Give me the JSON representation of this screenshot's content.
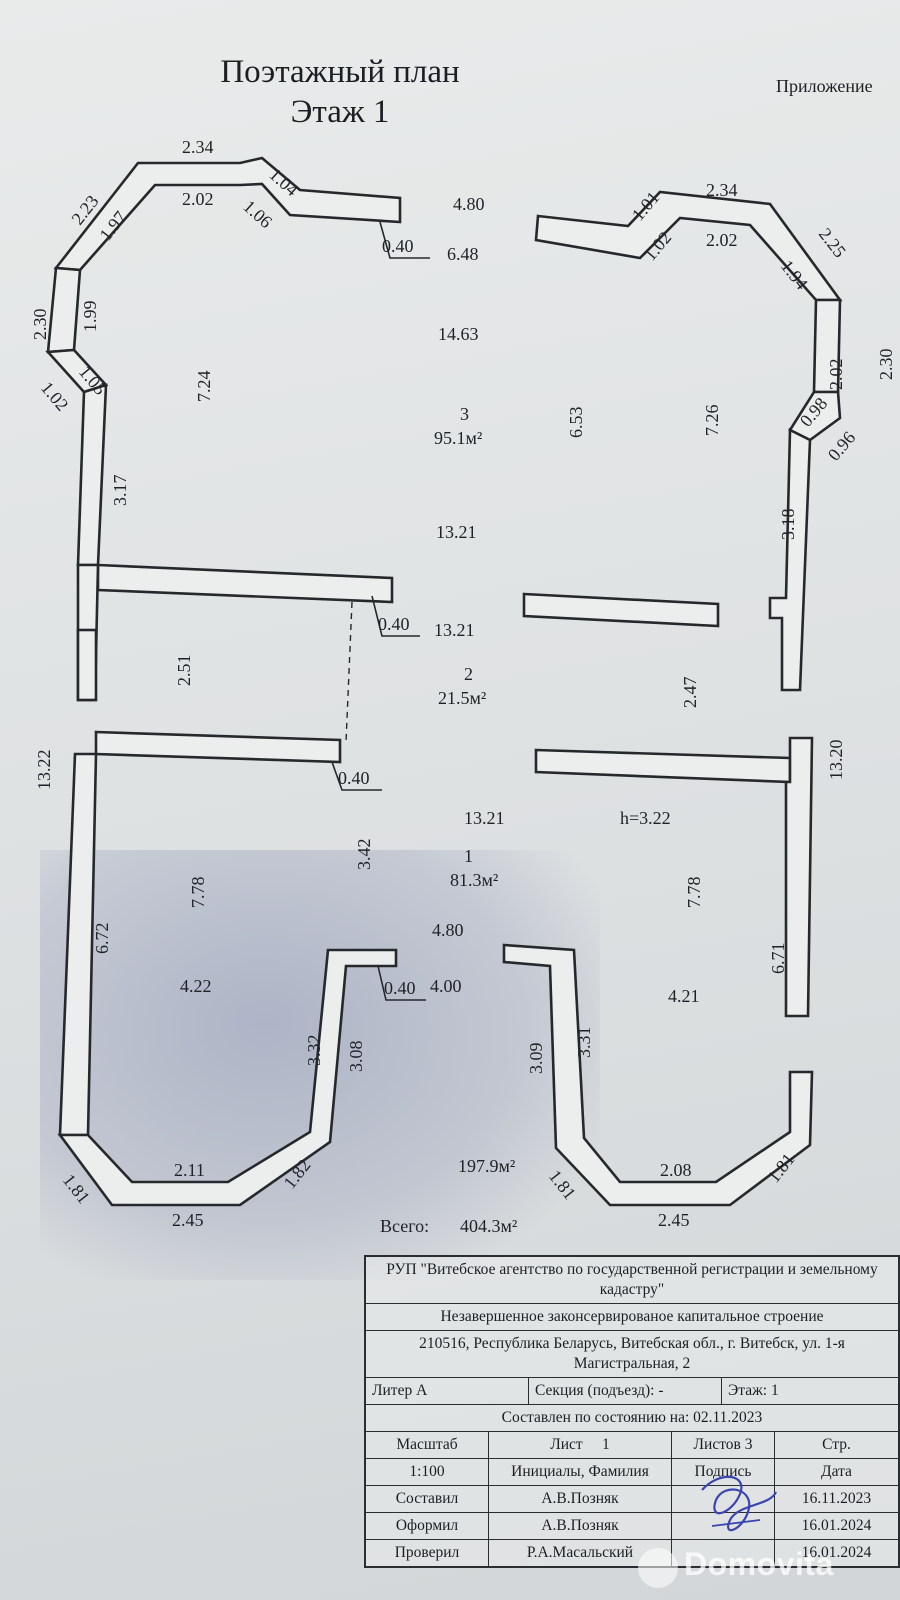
{
  "header": {
    "title_line1": "Поэтажный план",
    "title_line2": "Этаж 1",
    "annex": "Приложение"
  },
  "plan": {
    "rooms": [
      {
        "number": "3",
        "area": "95.1м²"
      },
      {
        "number": "2",
        "area": "21.5м²"
      },
      {
        "number": "1",
        "area": "81.3м²"
      }
    ],
    "height_label": "h=3.22",
    "floor_area": "197.9м²",
    "total_label": "Всего:",
    "total_area": "404.3м²",
    "dimensions": {
      "d_top_l_outer": "2.34",
      "d_top_l_inner": "2.02",
      "d_1_04": "1.04",
      "d_1_06": "1.06",
      "d_2_23": "2.23",
      "d_1_97": "1.97",
      "d_2_30_l": "2.30",
      "d_1_99": "1.99",
      "d_1_02_l": "1.02",
      "d_1_05": "1.05",
      "d_7_24": "7.24",
      "d_3_17": "3.17",
      "d_0_40_a": "0.40",
      "d_4_80_top": "4.80",
      "d_6_48": "6.48",
      "d_14_63": "14.63",
      "d_6_53": "6.53",
      "d_13_21_a": "13.21",
      "d_1_01": "1.01",
      "d_1_02_r": "1.02",
      "d_top_r_outer": "2.34",
      "d_top_r_inner": "2.02",
      "d_2_25": "2.25",
      "d_1_94": "1.94",
      "d_2_02_r": "2.02",
      "d_2_30_r": "2.30",
      "d_0_98": "0.98",
      "d_0_96": "0.96",
      "d_7_26": "7.26",
      "d_3_18": "3.18",
      "d_0_40_b": "0.40",
      "d_13_21_b": "13.21",
      "d_2_51": "2.51",
      "d_2_47": "2.47",
      "d_0_40_c": "0.40",
      "d_13_22": "13.22",
      "d_13_20": "13.20",
      "d_13_21_c": "13.21",
      "d_3_42": "3.42",
      "d_7_78_l": "7.78",
      "d_7_78_r": "7.78",
      "d_6_72": "6.72",
      "d_6_71": "6.71",
      "d_4_80_mid": "4.80",
      "d_0_40_d": "0.40",
      "d_4_00": "4.00",
      "d_4_22": "4.22",
      "d_4_21": "4.21",
      "d_3_32": "3.32",
      "d_3_08": "3.08",
      "d_3_09": "3.09",
      "d_3_31": "3.31",
      "d_1_81_a": "1.81",
      "d_2_11": "2.11",
      "d_1_82": "1.82",
      "d_2_45_l": "2.45",
      "d_1_81_b": "1.81",
      "d_2_08": "2.08",
      "d_1_81_c": "1.81",
      "d_2_45_r": "2.45"
    }
  },
  "stamp": {
    "org": "РУП \"Витебское агентство по государственной регистрации и земельному кадастру\"",
    "object": "Незавершенное законсервированое капитальное строение",
    "address": "210516, Республика Беларусь, Витебская обл., г. Витебск, ул. 1-я Магистральная, 2",
    "liter": "Литер А",
    "section": "Секция (подъезд): -",
    "floor": "Этаж: 1",
    "state_date": "Составлен по состоянию на: 02.11.2023",
    "scale_label": "Масштаб",
    "sheet_label": "Лист",
    "sheet_value": "1",
    "sheets_label": "Листов 3",
    "page_label": "Стр.",
    "scale_value": "1:100",
    "col_initials": "Инициалы, Фамилия",
    "col_signature": "Подпись",
    "col_date": "Дата",
    "rows": [
      {
        "role": "Составил",
        "name": "А.В.Позняк",
        "date": "16.11.2023"
      },
      {
        "role": "Оформил",
        "name": "А.В.Позняк",
        "date": "16.01.2024"
      },
      {
        "role": "Проверил",
        "name": "Р.А.Масальский",
        "date": "16.01.2024"
      }
    ]
  },
  "watermark": "Domovita"
}
